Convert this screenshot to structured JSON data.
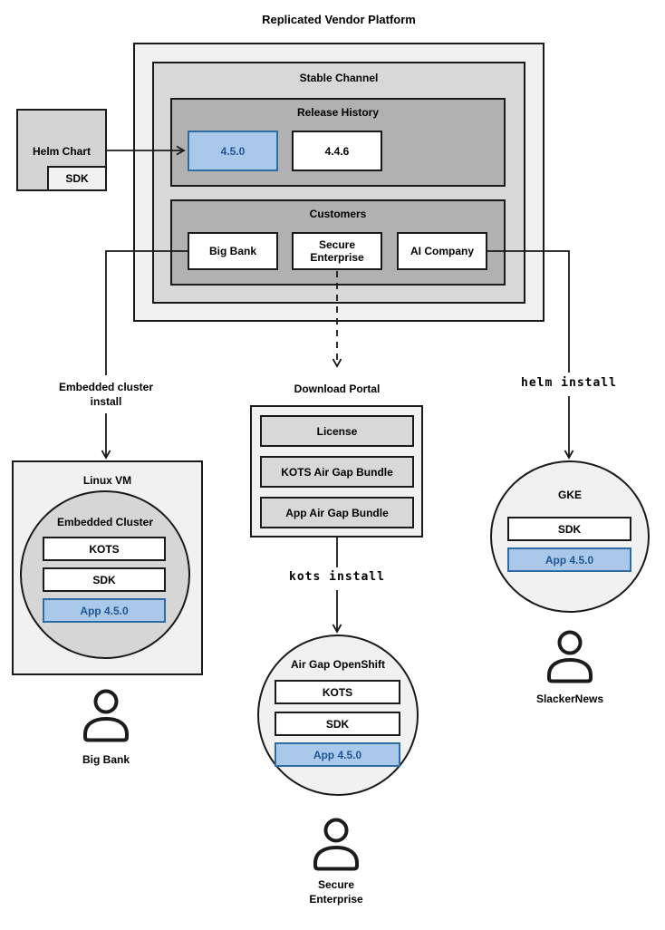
{
  "colors": {
    "accent-fill": "#aac9ea",
    "accent-border": "#2e6da4",
    "accent-text": "#1f5693"
  },
  "title": "Replicated Vendor Platform",
  "platform": {
    "stable_channel": {
      "label": "Stable Channel"
    },
    "release_history": {
      "label": "Release History",
      "releases": [
        {
          "label": "4.5.0",
          "highlighted": true
        },
        {
          "label": "4.4.6",
          "highlighted": false
        }
      ]
    },
    "customers": {
      "label": "Customers",
      "items": [
        {
          "label": "Big Bank"
        },
        {
          "label": "Secure Enterprise"
        },
        {
          "label": "AI Company"
        }
      ]
    }
  },
  "helm_chart": {
    "label": "Helm Chart",
    "sdk": "SDK"
  },
  "left_branch": {
    "install_label_line1": "Embedded cluster",
    "install_label_line2": "install",
    "linux_vm": {
      "label": "Linux VM",
      "cluster_label": "Embedded Cluster",
      "components": [
        {
          "label": "KOTS",
          "highlighted": false
        },
        {
          "label": "SDK",
          "highlighted": false
        },
        {
          "label": "App 4.5.0",
          "highlighted": true
        }
      ]
    },
    "persona": "Big Bank"
  },
  "middle_branch": {
    "download_portal": {
      "label": "Download Portal",
      "items": [
        {
          "label": "License"
        },
        {
          "label": "KOTS Air Gap Bundle"
        },
        {
          "label": "App Air Gap Bundle"
        }
      ]
    },
    "command": "kots install",
    "cluster": {
      "label": "Air Gap OpenShift",
      "components": [
        {
          "label": "KOTS",
          "highlighted": false
        },
        {
          "label": "SDK",
          "highlighted": false
        },
        {
          "label": "App 4.5.0",
          "highlighted": true
        }
      ]
    },
    "persona_line1": "Secure",
    "persona_line2": "Enterprise"
  },
  "right_branch": {
    "command": "helm install",
    "cluster": {
      "label": "GKE",
      "components": [
        {
          "label": "SDK",
          "highlighted": false
        },
        {
          "label": "App 4.5.0",
          "highlighted": true
        }
      ]
    },
    "persona": "SlackerNews"
  }
}
